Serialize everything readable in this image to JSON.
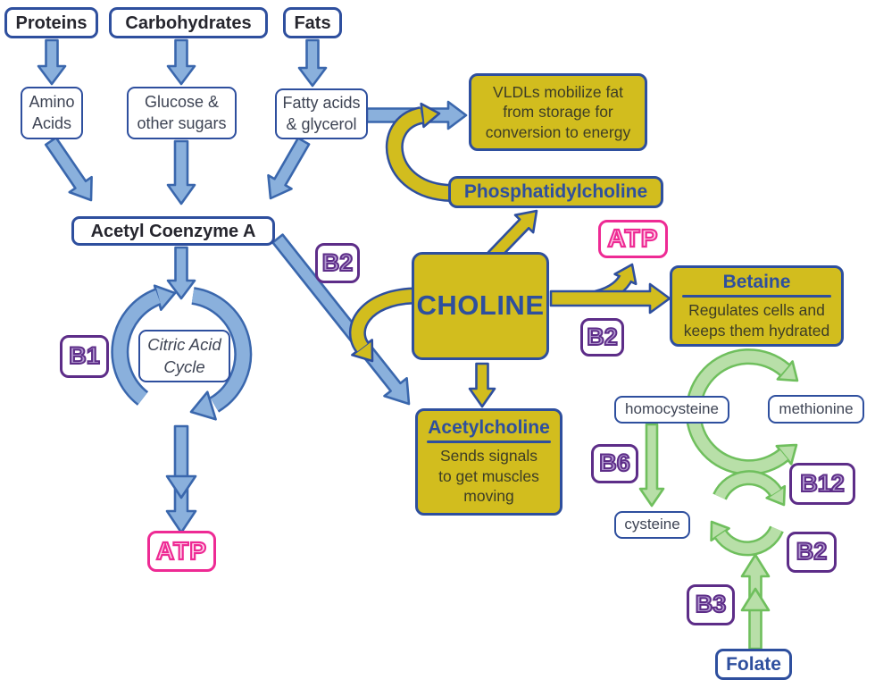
{
  "palette": {
    "box_blue": "#2e4f9e",
    "yellow": "#d2bd1e",
    "arrow_blue_fill": "#8ab0dc",
    "arrow_blue_stroke": "#3a67ad",
    "green_fill": "#b8dfa8",
    "green_stroke": "#6fbf5d",
    "purple": "#5d2d88",
    "purple_fill": "#b39ad0",
    "pink": "#ee2a94",
    "pink_fill": "#ffd9ed",
    "title_text": "#26262e",
    "body_text": "#3e4454",
    "olive_text": "#3d3d26",
    "background": "#ffffff"
  },
  "nodes": {
    "proteins": "Proteins",
    "carbohydrates": "Carbohydrates",
    "fats": "Fats",
    "amino_acids": "Amino\nAcids",
    "glucose": "Glucose &\nother sugars",
    "fatty_acids": "Fatty acids\n& glycerol",
    "vldl": "VLDLs mobilize fat\nfrom storage for\nconversion to energy",
    "phosphatidylcholine": "Phosphatidylcholine",
    "acetyl_coa": "Acetyl Coenzyme A",
    "choline": "CHOLINE",
    "atp_right": "ATP",
    "atp_left": "ATP",
    "betaine": {
      "title": "Betaine",
      "body": "Regulates cells and\nkeeps them hydrated"
    },
    "citric_acid_cycle": "Citric Acid\nCycle",
    "acetylcholine": {
      "title": "Acetylcholine",
      "body": "Sends signals\nto get muscles\nmoving"
    },
    "homocysteine": "homocysteine",
    "methionine": "methionine",
    "cysteine": "cysteine",
    "folate": "Folate"
  },
  "badges": {
    "b1": "B1",
    "b2_top": "B2",
    "b2_right": "B2",
    "b6": "B6",
    "b12": "B12",
    "b2_cycle": "B2",
    "b3": "B3"
  }
}
